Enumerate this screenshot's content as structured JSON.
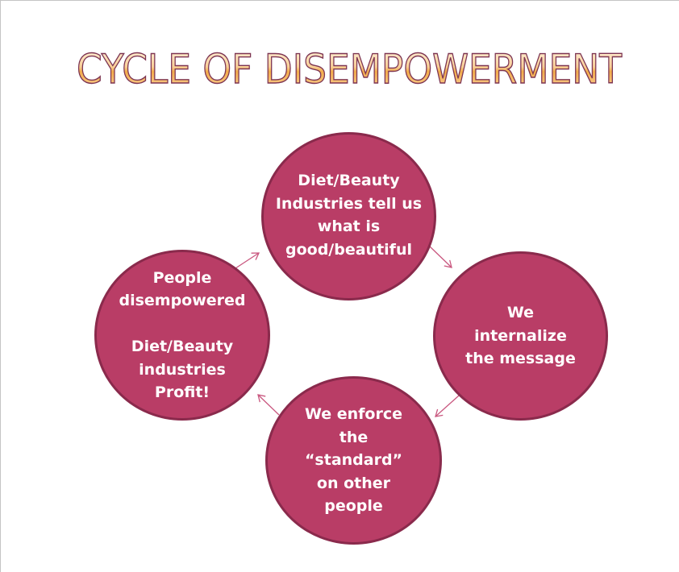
{
  "title": "CYCLE OF DISEMPOWERMENT",
  "colors": {
    "node_fill": "#b93d66",
    "node_border": "#8a2a4c",
    "node_text": "#ffffff",
    "arrow": "#c9577f",
    "title_fill_top": "#fde6c8",
    "title_fill_bottom": "#f2a640",
    "title_outline": "#7d3552"
  },
  "nodes": [
    {
      "id": "top",
      "text": "Diet/Beauty\nIndustries tell us\nwhat is\ngood/beautiful"
    },
    {
      "id": "right",
      "text": "We\ninternalize\nthe message"
    },
    {
      "id": "bottom",
      "text": "We enforce\nthe\n“standard”\non other\npeople"
    },
    {
      "id": "left",
      "text": "People\ndisempowered\n\nDiet/Beauty\nindustries\nProfit!"
    }
  ],
  "edges": [
    {
      "from": "left",
      "to": "top"
    },
    {
      "from": "top",
      "to": "right"
    },
    {
      "from": "right",
      "to": "bottom"
    },
    {
      "from": "bottom",
      "to": "left"
    }
  ]
}
